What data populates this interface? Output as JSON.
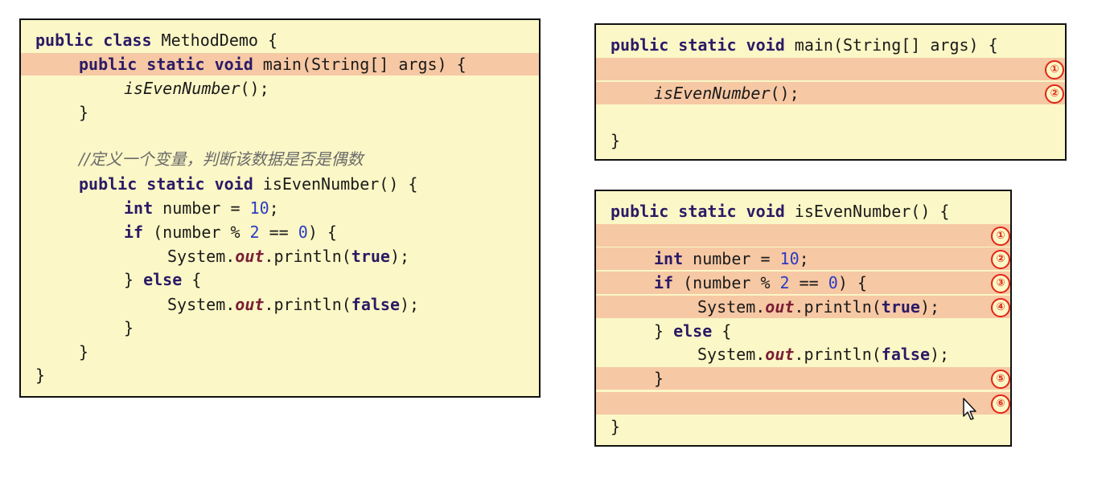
{
  "left_panel": {
    "tokens": {
      "public": "public",
      "class": "class",
      "static": "static",
      "void": "void",
      "int": "int",
      "if": "if",
      "else": "else",
      "class_name": " MethodDemo {",
      "main_sig": " main(String[] args) {",
      "call": "isEvenNumber",
      "call_end": "();",
      "brace_close": "}",
      "comment": "//定义一个变量，判断该数据是否是偶数",
      "method_sig": " isEvenNumber() {",
      "decl_mid": " number = ",
      "decl_val": "10",
      "semi": ";",
      "cond_a": " (number % ",
      "cond_b": "2",
      "cond_c": " == ",
      "cond_d": "0",
      "cond_e": ") {",
      "sys": "System.",
      "out": "out",
      "println": ".println(",
      "true": "true",
      "false": "false",
      "call_tail": ");",
      "else_open": " {"
    }
  },
  "main_panel": {
    "sig": " main(String[] args) {",
    "call": "isEvenNumber",
    "call_end": "();",
    "close": "}",
    "markers": [
      "①",
      "②"
    ]
  },
  "method_panel": {
    "sig": " isEvenNumber() {",
    "close": "}",
    "markers": [
      "①",
      "②",
      "③",
      "④",
      "⑤",
      "⑥"
    ]
  },
  "colors": {
    "panel_bg": "#fbf7c6",
    "highlight": "#f6c8a4",
    "marker": "#e02616",
    "keyword": "#2a1a66",
    "number": "#2b3cc4"
  }
}
